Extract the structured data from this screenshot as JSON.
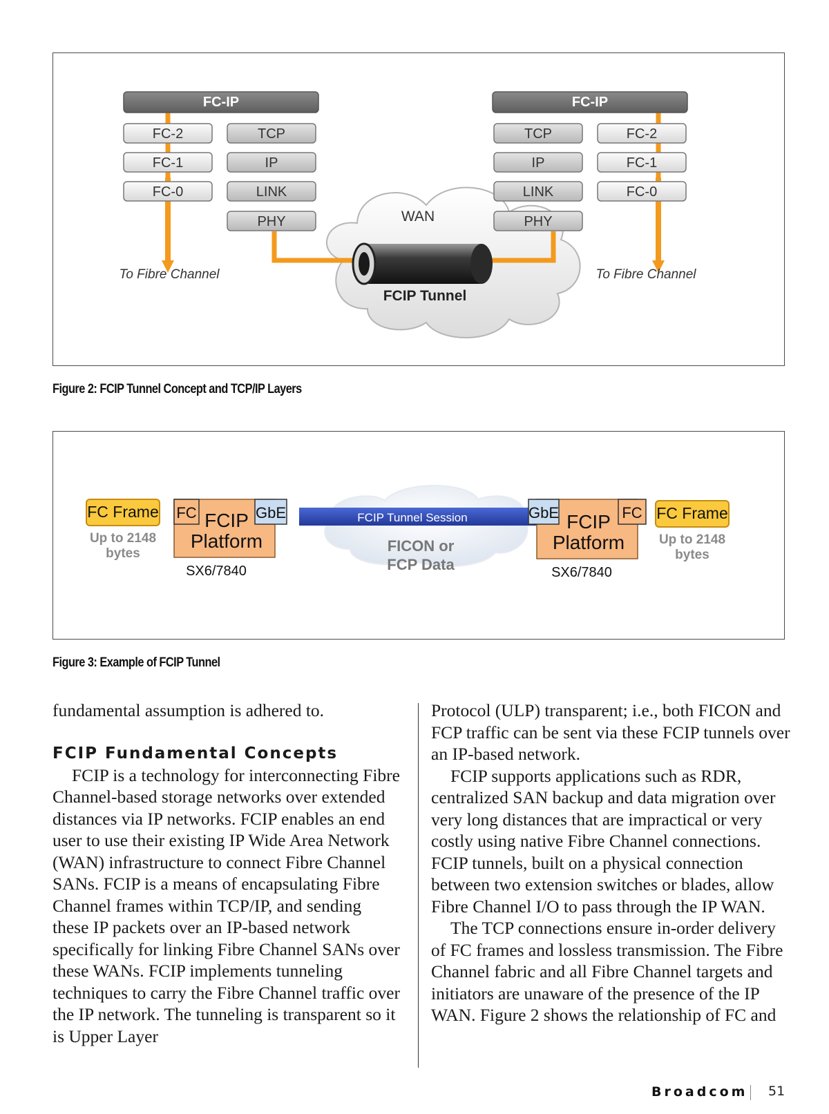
{
  "figure2": {
    "caption": "Figure 2: FCIP Tunnel Concept and TCP/IP Layers",
    "left_stack": {
      "header": "FC-IP",
      "fc_layers": [
        "FC-2",
        "FC-1",
        "FC-0"
      ],
      "ip_layers": [
        "TCP",
        "IP",
        "LINK",
        "PHY"
      ],
      "destination": "To Fibre Channel"
    },
    "right_stack": {
      "header": "FC-IP",
      "fc_layers": [
        "FC-2",
        "FC-1",
        "FC-0"
      ],
      "ip_layers": [
        "TCP",
        "IP",
        "LINK",
        "PHY"
      ],
      "destination": "To Fibre Channel"
    },
    "cloud_label": "WAN",
    "tunnel_label": "FCIP Tunnel"
  },
  "figure3": {
    "caption": "Figure 3: Example of FCIP Tunnel",
    "left": {
      "frame_label": "FC Frame",
      "frame_size": [
        "Up to 2148",
        "bytes"
      ],
      "fc_port": "FC",
      "platform": [
        "FCIP",
        "Platform"
      ],
      "gbe_port": "GbE",
      "model": "SX6/7840"
    },
    "right": {
      "frame_label": "FC Frame",
      "frame_size": [
        "Up to 2148",
        "bytes"
      ],
      "fc_port": "FC",
      "platform": [
        "FCIP",
        "Platform"
      ],
      "gbe_port": "GbE",
      "model": "SX6/7840"
    },
    "session_label": "FCIP Tunnel Session",
    "data_label": [
      "FICON or",
      "FCP Data"
    ]
  },
  "body": {
    "left_column": {
      "lead_text": "fundamental assumption is adhered to.",
      "heading": "FCIP Fundamental Concepts",
      "paragraph": "FCIP is a technology for interconnecting Fibre Channel-based storage networks over extended distances via IP networks. FCIP enables an end user to use their existing IP Wide Area Network (WAN) infrastructure to connect Fibre Channel SANs. FCIP is a means of encapsulating Fibre Channel frames within TCP/IP, and sending these IP packets over an IP-based network specifically for linking Fibre Channel SANs over these WANs. FCIP implements tunneling techniques to carry the Fibre Channel traffic over the IP network. The tunneling is transparent so it is Upper Layer"
    },
    "right_column": {
      "continuation": "Protocol (ULP) transparent; i.e., both FICON and FCP traffic can be sent via these FCIP tunnels over an IP-based network.",
      "paragraph1": "FCIP supports applications such as RDR, centralized SAN backup and data migration over very long distances that are impractical or very costly using native Fibre Channel connections. FCIP tunnels, built on a physical connection between two extension switches or blades, allow Fibre Channel I/O to pass through the IP WAN.",
      "paragraph2": "The TCP connections ensure in-order delivery of FC frames and lossless transmission. The Fibre Channel fabric and all Fibre Channel targets and initiators are unaware of the presence of the IP WAN. Figure 2 shows the relationship of FC and"
    }
  },
  "footer": {
    "brand": "Broadcom",
    "page_number": "51"
  },
  "colors": {
    "orange_line": "#f39a1e",
    "layer_fill": "#e6e6e6",
    "dark_header": "#6e6e6e",
    "frame_yellow": "#fbc93d",
    "platform_peach": "#f7b882",
    "gbe_blue": "#c9ddf2",
    "session_blue": "#2f4db3"
  }
}
